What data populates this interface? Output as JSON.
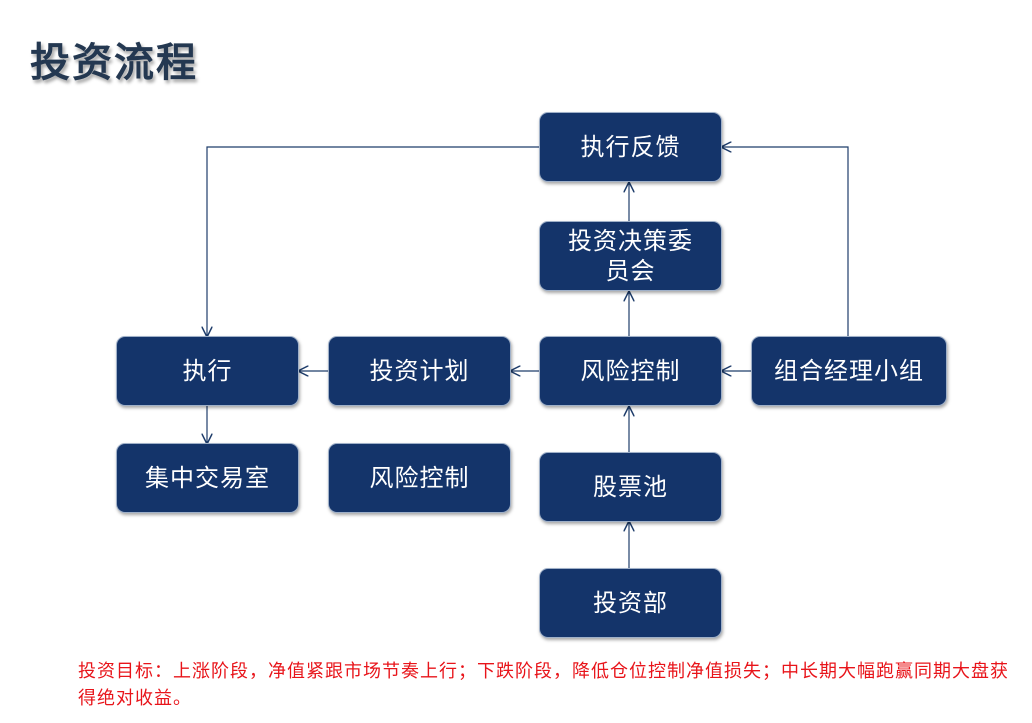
{
  "title": "投资流程",
  "nodes": {
    "feedback": "执行反馈",
    "committee": "投资决策委员会",
    "execute": "执行",
    "plan": "投资计划",
    "risk_center": "风险控制",
    "portfolio_team": "组合经理小组",
    "trading_room": "集中交易室",
    "risk_lower": "风险控制",
    "stock_pool": "股票池",
    "investment_dept": "投资部"
  },
  "footnote": "投资目标：上涨阶段，净值紧跟市场节奏上行；下跌阶段，降低仓位控制净值损失；中长期大幅跑赢同期大盘获得绝对收益。",
  "colors": {
    "node_fill": "#14346a",
    "connector": "#1f3d6b",
    "title": "#243851",
    "footnote": "#e8141a"
  }
}
